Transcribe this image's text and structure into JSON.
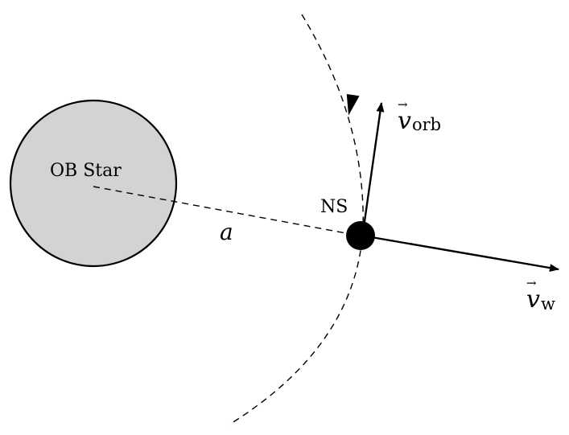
{
  "labels": {
    "star": "OB Star",
    "neutron_star": "NS",
    "separation": "a",
    "v_orb_symbol": "v",
    "v_orb_subscript": "orb",
    "v_wind_symbol": "v",
    "v_wind_subscript": "w",
    "vector_arrow": "→"
  },
  "colors": {
    "star_fill": "#d3d3d3",
    "ink": "#000000",
    "background": "#ffffff"
  }
}
